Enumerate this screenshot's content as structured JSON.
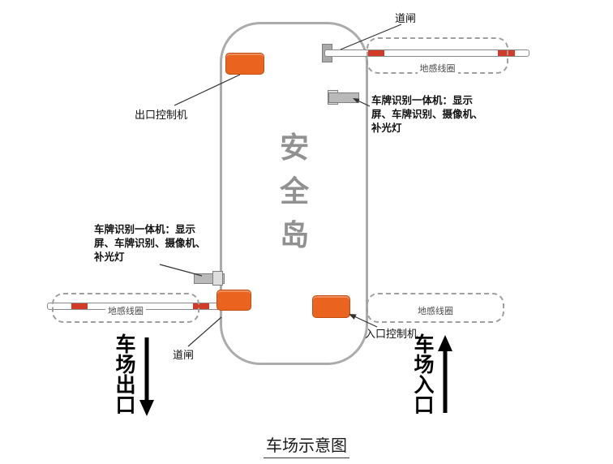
{
  "diagram": {
    "title": "车场示意图",
    "island": {
      "label": "安全岛"
    },
    "barriers": {
      "top_label": "道闸",
      "bottom_label": "道闸"
    },
    "coils": {
      "top": "地感线圈",
      "left": "地感线圈",
      "bottom_right": "地感线圈"
    },
    "machines": {
      "exit": "出口控制机",
      "entrance": "入口控制机"
    },
    "lpr": {
      "right": "车牌识别一体机：显示\n屏、车牌识别、摄像机、\n补光灯",
      "left": "车牌识别一体机：显示\n屏、车牌识别、摄像机、\n补光灯"
    },
    "directions": {
      "exit": "车场出口",
      "entrance": "车场入口"
    },
    "colors": {
      "machine": "#ea6420",
      "barrier_stripe": "#d23b27",
      "island_border": "#ababab",
      "island_text": "#919191"
    }
  }
}
